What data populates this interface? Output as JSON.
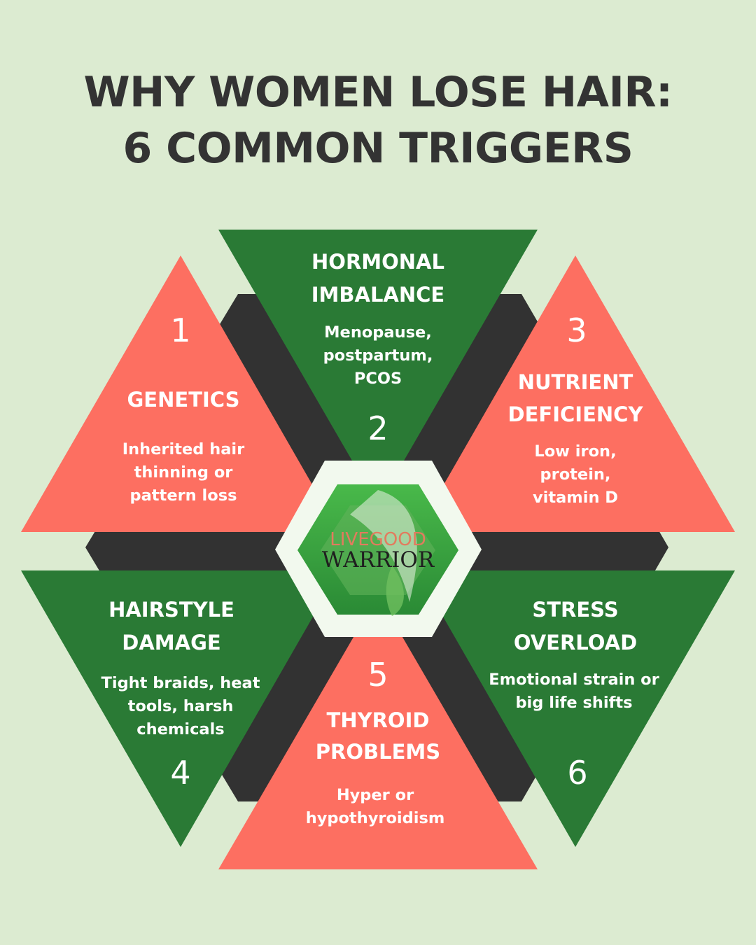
{
  "title": {
    "line1": "WHY WOMEN LOSE HAIR:",
    "line2": "6 COMMON TRIGGERS"
  },
  "colors": {
    "background": "#dcebd1",
    "red": "#fd6f61",
    "green": "#2a7a35",
    "dark": "#323232",
    "text": "#ffffff",
    "title": "#333333"
  },
  "logo": {
    "line1": "LIVEGOOD",
    "line2": "WARRIOR",
    "icon": "leaf-icon"
  },
  "triggers": [
    {
      "number": "1",
      "heading": [
        "GENETICS"
      ],
      "description": [
        "Inherited hair",
        "thinning or",
        "pattern loss"
      ]
    },
    {
      "number": "2",
      "heading": [
        "HORMONAL",
        "IMBALANCE"
      ],
      "description": [
        "Menopause,",
        "postpartum,",
        "PCOS"
      ]
    },
    {
      "number": "3",
      "heading": [
        "NUTRIENT",
        "DEFICIENCY"
      ],
      "description": [
        "Low iron,",
        "protein,",
        "vitamin D"
      ]
    },
    {
      "number": "4",
      "heading": [
        "HAIRSTYLE",
        "DAMAGE"
      ],
      "description": [
        "Tight braids, heat",
        "tools, harsh",
        "chemicals"
      ]
    },
    {
      "number": "5",
      "heading": [
        "THYROID",
        "PROBLEMS"
      ],
      "description": [
        "Hyper or",
        "hypothyroidism"
      ]
    },
    {
      "number": "6",
      "heading": [
        "STRESS",
        "OVERLOAD"
      ],
      "description": [
        "Emotional strain or",
        "big life shifts"
      ]
    }
  ]
}
